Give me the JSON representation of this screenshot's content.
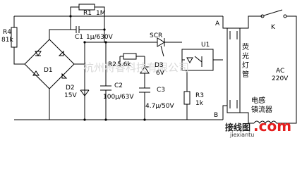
{
  "watermark": "杭州将睿科技有限公司",
  "components": {
    "r4": "R4",
    "r4_value": "81k",
    "r1": "R1",
    "r1_value": "1M",
    "c1": "C1",
    "c1_value": "1μ/630V",
    "d1": "D1",
    "d2": "D2",
    "d2_value": "15V",
    "r2": "R2",
    "r2_value": "5.6k",
    "c2": "C2",
    "c2_value": "100μ/63V",
    "scr": "SCR",
    "d3": "D3",
    "d3_value": "6V",
    "c3": "C3",
    "c3_value": "4.7μ/50V",
    "u1": "U1",
    "r3": "R3",
    "r3_value": "1k",
    "node_a": "A",
    "node_b": "B",
    "lamp": "荧光灯管",
    "k": "K",
    "ac": "AC",
    "ac_value": "220V",
    "ballast": "电感镇流器"
  },
  "logo": {
    "text": "接线图",
    "suffix": ".com",
    "site": "jiexiantu"
  }
}
